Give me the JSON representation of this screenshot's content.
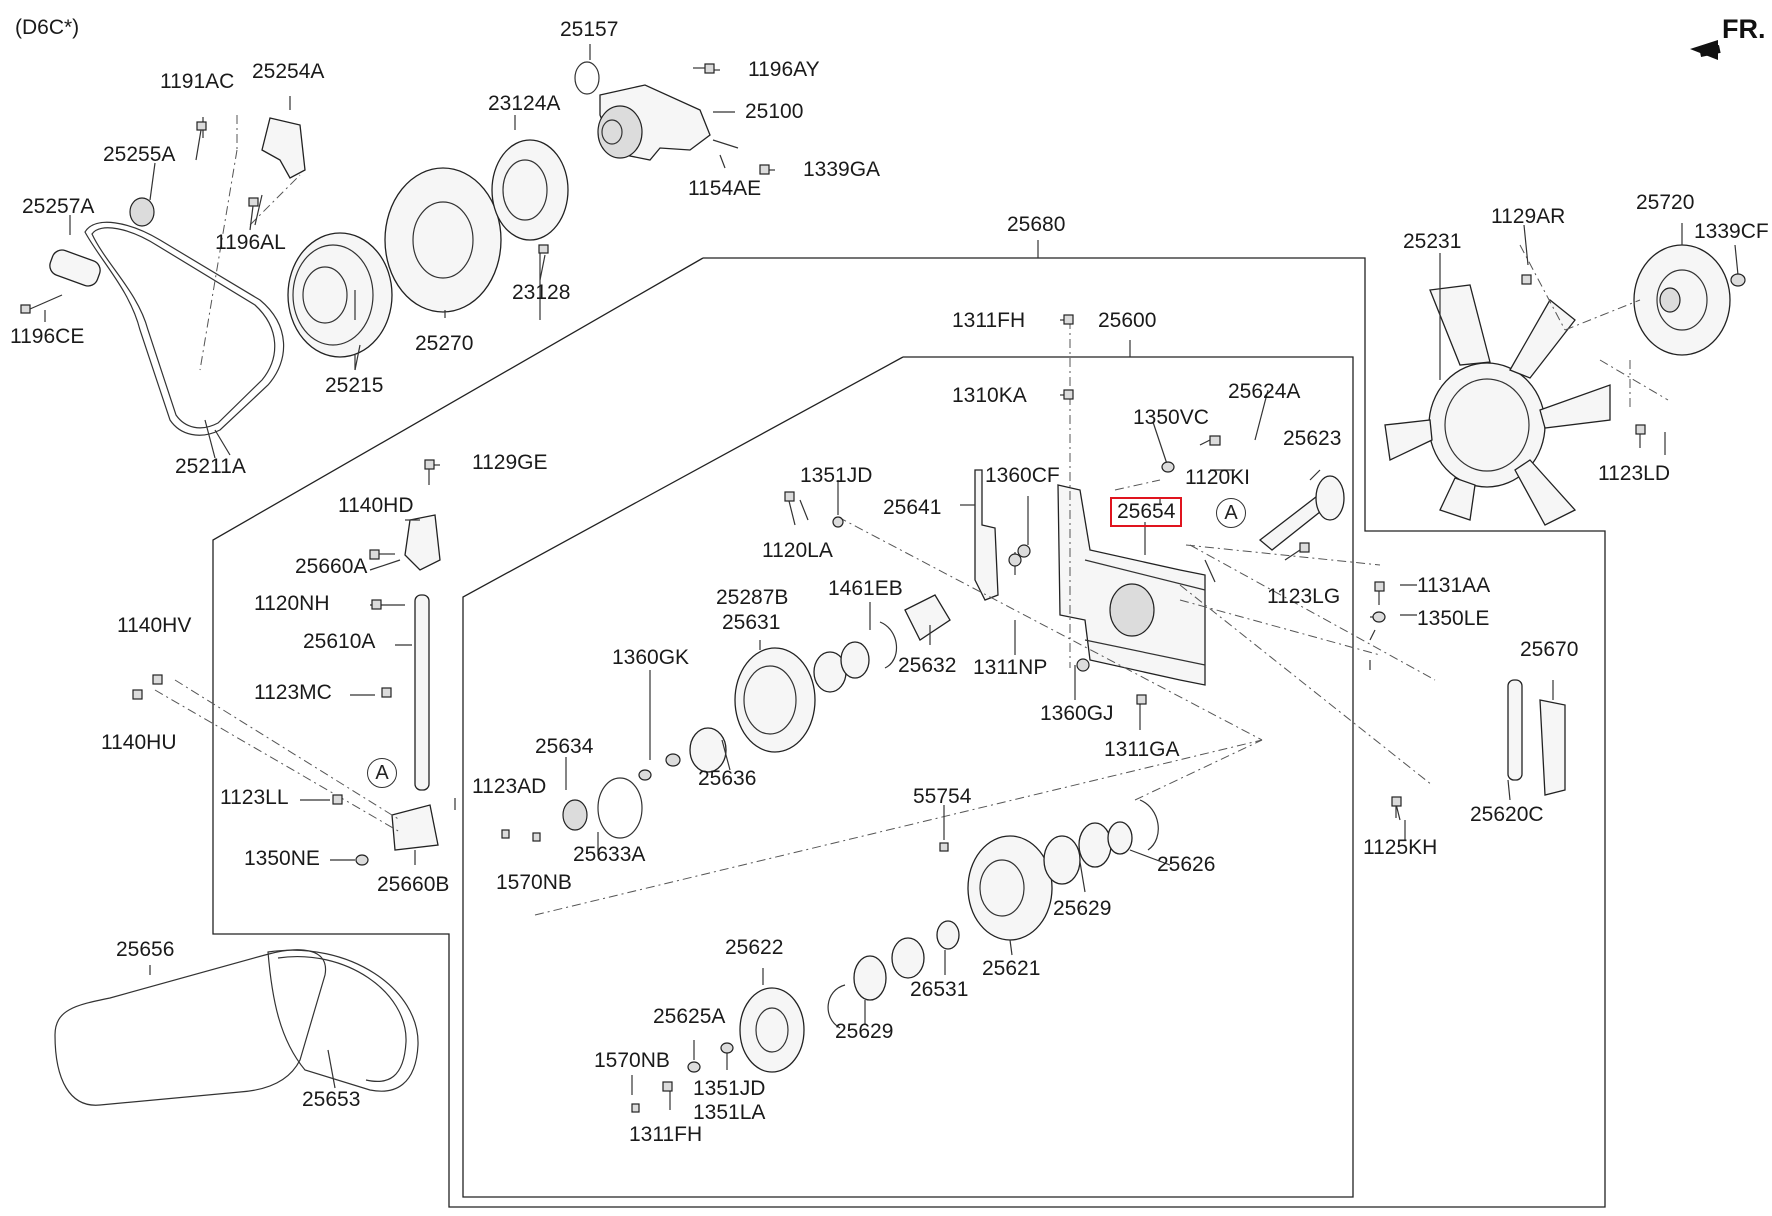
{
  "diagram": {
    "model_code": "(D6C*)",
    "direction_label": "FR.",
    "highlighted_part": "25654",
    "markers": [
      "A",
      "A"
    ],
    "parts": [
      {
        "id": "1191AC"
      },
      {
        "id": "25254A"
      },
      {
        "id": "25255A"
      },
      {
        "id": "25257A"
      },
      {
        "id": "1196AL"
      },
      {
        "id": "1196CE"
      },
      {
        "id": "25211A"
      },
      {
        "id": "25215"
      },
      {
        "id": "25270"
      },
      {
        "id": "23124A"
      },
      {
        "id": "23128"
      },
      {
        "id": "25157"
      },
      {
        "id": "1196AY"
      },
      {
        "id": "25100"
      },
      {
        "id": "1154AE"
      },
      {
        "id": "1339GA"
      },
      {
        "id": "25680"
      },
      {
        "id": "1311FH"
      },
      {
        "id": "25600"
      },
      {
        "id": "1310KA"
      },
      {
        "id": "25624A"
      },
      {
        "id": "1350VC"
      },
      {
        "id": "25623"
      },
      {
        "id": "1120KI"
      },
      {
        "id": "1351JD"
      },
      {
        "id": "1360CF"
      },
      {
        "id": "25641"
      },
      {
        "id": "25654"
      },
      {
        "id": "1120LA"
      },
      {
        "id": "1123LG"
      },
      {
        "id": "1461EB"
      },
      {
        "id": "25287B"
      },
      {
        "id": "25631"
      },
      {
        "id": "25632"
      },
      {
        "id": "1311NP"
      },
      {
        "id": "1360GK"
      },
      {
        "id": "1360GJ"
      },
      {
        "id": "1311GA"
      },
      {
        "id": "25634"
      },
      {
        "id": "25636"
      },
      {
        "id": "1123AD"
      },
      {
        "id": "25633A"
      },
      {
        "id": "1570NB"
      },
      {
        "id": "55754"
      },
      {
        "id": "25626"
      },
      {
        "id": "25629"
      },
      {
        "id": "25621"
      },
      {
        "id": "26531"
      },
      {
        "id": "25622"
      },
      {
        "id": "25625A"
      },
      {
        "id": "1351JD"
      },
      {
        "id": "1351LA"
      },
      {
        "id": "1570NB"
      },
      {
        "id": "1311FH"
      },
      {
        "id": "25629"
      },
      {
        "id": "25656"
      },
      {
        "id": "25653"
      },
      {
        "id": "1129GE"
      },
      {
        "id": "1140HD"
      },
      {
        "id": "25660A"
      },
      {
        "id": "1120NH"
      },
      {
        "id": "25610A"
      },
      {
        "id": "1140HV"
      },
      {
        "id": "1123MC"
      },
      {
        "id": "1140HU"
      },
      {
        "id": "1123LL"
      },
      {
        "id": "1350NE"
      },
      {
        "id": "25660B"
      },
      {
        "id": "25231"
      },
      {
        "id": "1129AR"
      },
      {
        "id": "25720"
      },
      {
        "id": "1339CF"
      },
      {
        "id": "1123LD"
      },
      {
        "id": "1131AA"
      },
      {
        "id": "1350LE"
      },
      {
        "id": "25670"
      },
      {
        "id": "25620C"
      },
      {
        "id": "1125KH"
      }
    ]
  }
}
